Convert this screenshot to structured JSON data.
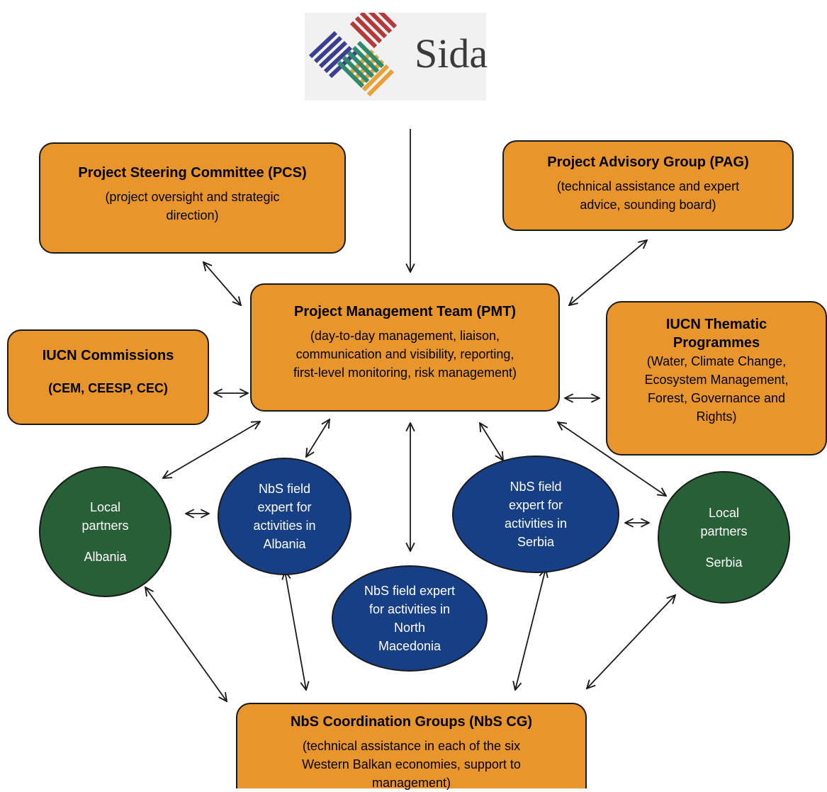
{
  "logo": {
    "wordmark": "Sida",
    "stripe_colors": [
      "#3a3f8f",
      "#b23a3a",
      "#e8a13a",
      "#2e8a6a"
    ]
  },
  "colors": {
    "box": "#e8952c",
    "partner": "#275f36",
    "expert": "#173f86",
    "line": "#1a1a1a"
  },
  "pcs": {
    "title": "Project Steering Committee (PCS)",
    "desc_1": "(project oversight and strategic",
    "desc_2": "direction)"
  },
  "pag": {
    "title": "Project Advisory Group (PAG)",
    "desc_1": "(technical assistance and expert",
    "desc_2": "advice, sounding board)"
  },
  "pmt": {
    "title": "Project Management Team (PMT)",
    "desc_1": "(day-to-day management, liaison,",
    "desc_2": "communication and visibility, reporting,",
    "desc_3": "first-level monitoring, risk management)"
  },
  "commissions": {
    "title": "IUCN Commissions",
    "subtitle": "(CEM, CEESP, CEC)"
  },
  "thematic": {
    "title_1": "IUCN Thematic",
    "title_2": "Programmes",
    "desc_1": "(Water, Climate Change,",
    "desc_2": "Ecosystem Management,",
    "desc_3": "Forest, Governance and",
    "desc_4": "Rights)"
  },
  "partners_albania": {
    "line_1": "Local",
    "line_2": "partners",
    "line_3": "Albania"
  },
  "partners_serbia": {
    "line_1": "Local",
    "line_2": "partners",
    "line_3": "Serbia"
  },
  "expert_albania": {
    "line_1": "NbS field",
    "line_2": "expert for",
    "line_3": "activities in",
    "line_4": "Albania"
  },
  "expert_serbia": {
    "line_1": "NbS field",
    "line_2": "expert for",
    "line_3": "activities in",
    "line_4": "Serbia"
  },
  "expert_macedonia": {
    "line_1": "NbS field expert",
    "line_2": "for activities in",
    "line_3": "North",
    "line_4": "Macedonia"
  },
  "cg": {
    "title": "NbS Coordination Groups (NbS CG)",
    "desc_1": "(technical assistance in each of the six",
    "desc_2": "Western Balkan economies, support to",
    "desc_3": "management)"
  }
}
